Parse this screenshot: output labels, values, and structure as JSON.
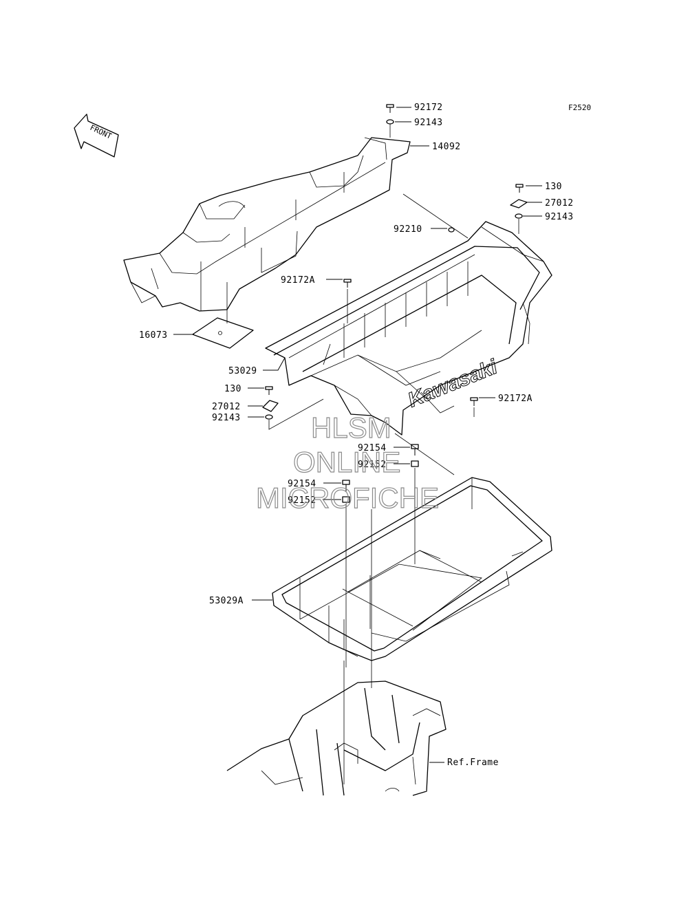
{
  "diagram_code": "F2520",
  "front_arrow_label": "FRONT",
  "brand_text": "Kawasaki",
  "watermark": {
    "line1": "HLSM",
    "line2": "ONLINE",
    "line3": "MICROFICHE"
  },
  "callouts": {
    "c1": "92172",
    "c2": "92143",
    "c3": "14092",
    "c4": "130",
    "c5": "27012",
    "c6": "92143",
    "c7": "92210",
    "c8": "92172A",
    "c9": "16073",
    "c10": "53029",
    "c11": "130",
    "c12": "27012",
    "c13": "92143",
    "c14": "92172A",
    "c15": "92154",
    "c16": "92152",
    "c17": "92154",
    "c18": "92152",
    "c19": "53029A",
    "c20": "Ref.Frame"
  }
}
